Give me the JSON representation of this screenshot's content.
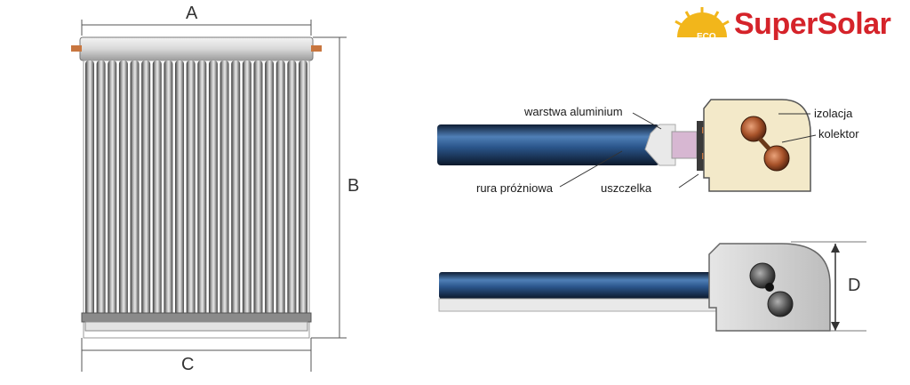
{
  "brand": {
    "name": "SuperSolar",
    "badge": "ECO"
  },
  "dimensions": {
    "a": "A",
    "b": "B",
    "c": "C",
    "d": "D"
  },
  "callouts": {
    "aluminium_layer": "warstwa aluminium",
    "vacuum_tube": "rura próżniowa",
    "seal": "uszczelka",
    "insulation": "izolacja",
    "collector": "kolektor"
  },
  "colors": {
    "brand_red": "#d5232a",
    "sun_yellow": "#f2b61b",
    "tube_blue": "#1f3f66",
    "copper": "#b86a3a",
    "insulation": "#f3e9c9"
  }
}
